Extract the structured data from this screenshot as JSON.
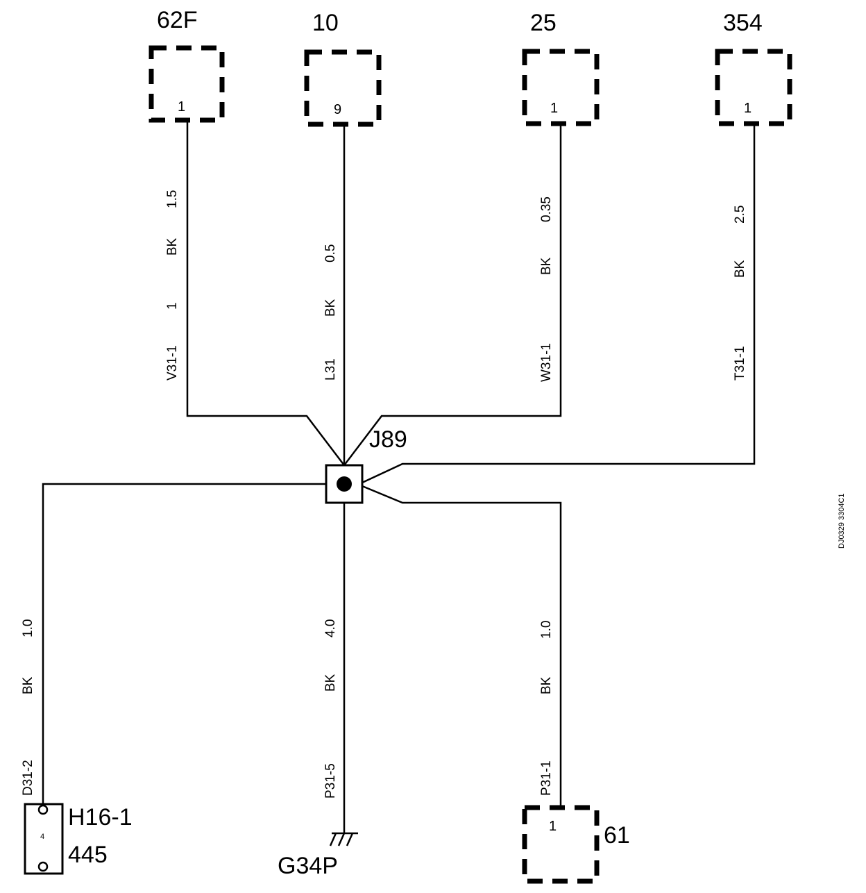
{
  "connectors": [
    {
      "name": "62F",
      "pin": "1"
    },
    {
      "name": "10",
      "pin": "9"
    },
    {
      "name": "25",
      "pin": "1"
    },
    {
      "name": "354",
      "pin": "1"
    },
    {
      "name": "61",
      "pin": "1"
    }
  ],
  "splice": {
    "name": "J89"
  },
  "component": {
    "name": "H16-1",
    "number": "445",
    "pin": "4"
  },
  "ground": {
    "name": "G34P"
  },
  "wires": [
    {
      "circuit": "V31-1",
      "pin": "1",
      "color": "BK",
      "size": "1.5"
    },
    {
      "circuit": "L31",
      "color": "BK",
      "size": "0.5"
    },
    {
      "circuit": "W31-1",
      "color": "BK",
      "size": "0.35"
    },
    {
      "circuit": "T31-1",
      "color": "BK",
      "size": "2.5"
    },
    {
      "circuit": "D31-2",
      "color": "BK",
      "size": "1.0"
    },
    {
      "circuit": "P31-5",
      "color": "BK",
      "size": "4.0"
    },
    {
      "circuit": "P31-1",
      "color": "BK",
      "size": "1.0"
    }
  ],
  "figure_id": "DJ0329 3304C1"
}
